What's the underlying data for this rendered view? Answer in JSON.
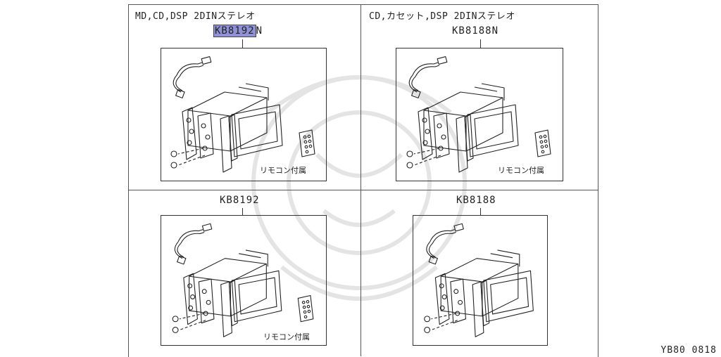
{
  "panels": [
    {
      "header": "MD,CD,DSP 2DINステレオ",
      "part_number_highlight": "KB8192",
      "part_number_suffix": "N",
      "remote_label": "リモコン付属"
    },
    {
      "header": "CD,カセット,DSP 2DINステレオ",
      "part_number": "KB8188N",
      "remote_label": "リモコン付属"
    },
    {
      "header": "",
      "part_number": "KB8192",
      "remote_label": "リモコン付属"
    },
    {
      "header": "",
      "part_number": "KB8188",
      "remote_label": ""
    }
  ],
  "diagram_code": "YB80 0818"
}
